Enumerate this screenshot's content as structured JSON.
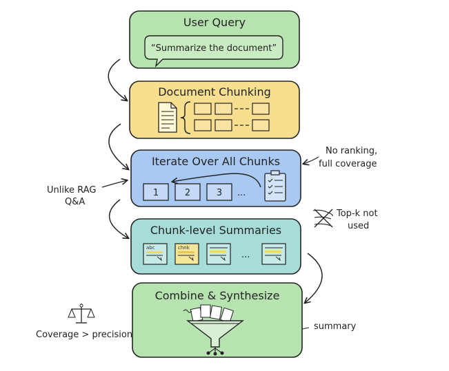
{
  "steps": [
    {
      "title": "User Query",
      "fill": "#b7e3b1"
    },
    {
      "title": "Document Chunking",
      "fill": "#f7df8f"
    },
    {
      "title": "Iterate Over All Chunks",
      "fill": "#a9c9f2"
    },
    {
      "title": "Chunk-level Summaries",
      "fill": "#a7ddd8"
    },
    {
      "title": "Combine & Synthesize",
      "fill": "#b7e3b1"
    }
  ],
  "query": {
    "text": "“Summarize the document”"
  },
  "iterate": {
    "chunk_labels": [
      "1",
      "2",
      "3"
    ],
    "ellipsis": "..."
  },
  "summaries": {
    "labels": [
      "abc",
      "chnk"
    ],
    "ellipsis": "..."
  },
  "notes": {
    "no_ranking_line1": "No ranking,",
    "no_ranking_line2": "full coverage",
    "unlike_rag_line1": "Unlike RAG",
    "unlike_rag_line2": "Q&A",
    "topk_line1": "Top-k not",
    "topk_line2": "used",
    "coverage": "Coverage > precision",
    "summary": "summary"
  }
}
